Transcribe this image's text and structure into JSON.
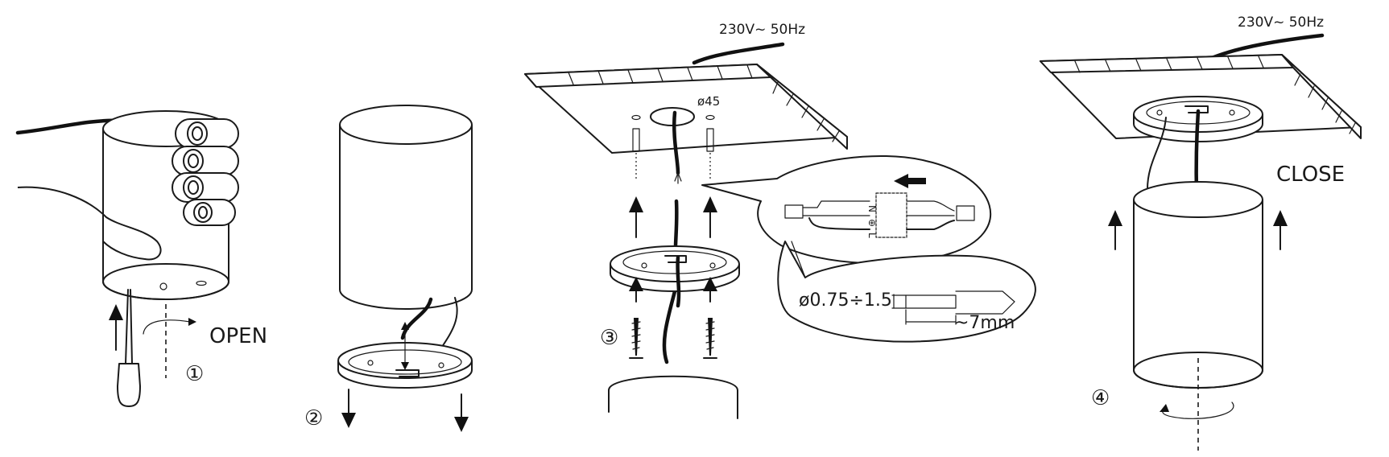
{
  "labels": {
    "voltage_step3": "230V~ 50Hz",
    "voltage_step4": "230V~ 50Hz",
    "hole_diameter": "ø45",
    "open": "OPEN",
    "close": "CLOSE",
    "wire_section": "ø0.75÷1.5",
    "strip_length": "~7mm"
  },
  "terminals": [
    "N",
    "⊕",
    "L"
  ],
  "steps": [
    "①",
    "②",
    "③",
    "④"
  ]
}
